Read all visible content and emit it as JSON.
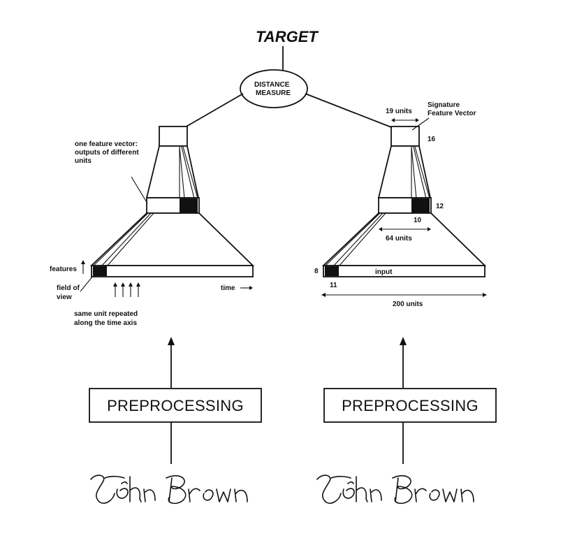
{
  "diagram": {
    "title": "TARGET",
    "distance_measure": [
      "DISTANCE",
      "MEASURE"
    ],
    "left_network": {
      "annotation_feature_vector": [
        "one feature vector:",
        "outputs of different",
        "units"
      ],
      "features_label": "features",
      "field_of_view": [
        "field of",
        "view"
      ],
      "time_label": "time",
      "same_unit": [
        "same unit repeated",
        "along the time axis"
      ]
    },
    "right_network": {
      "signature_label": [
        "Signature",
        "Feature Vector"
      ],
      "units_19": "19 units",
      "num_16": "16",
      "num_12": "12",
      "num_10": "10",
      "units_64": "64 units",
      "num_8": "8",
      "input_label": "input",
      "num_11": "11",
      "units_200": "200 units"
    },
    "preprocessing_left": "PREPROCESSING",
    "preprocessing_right": "PREPROCESSING",
    "signature_left_alt": "John Brown",
    "signature_right_alt": "John Brown"
  }
}
